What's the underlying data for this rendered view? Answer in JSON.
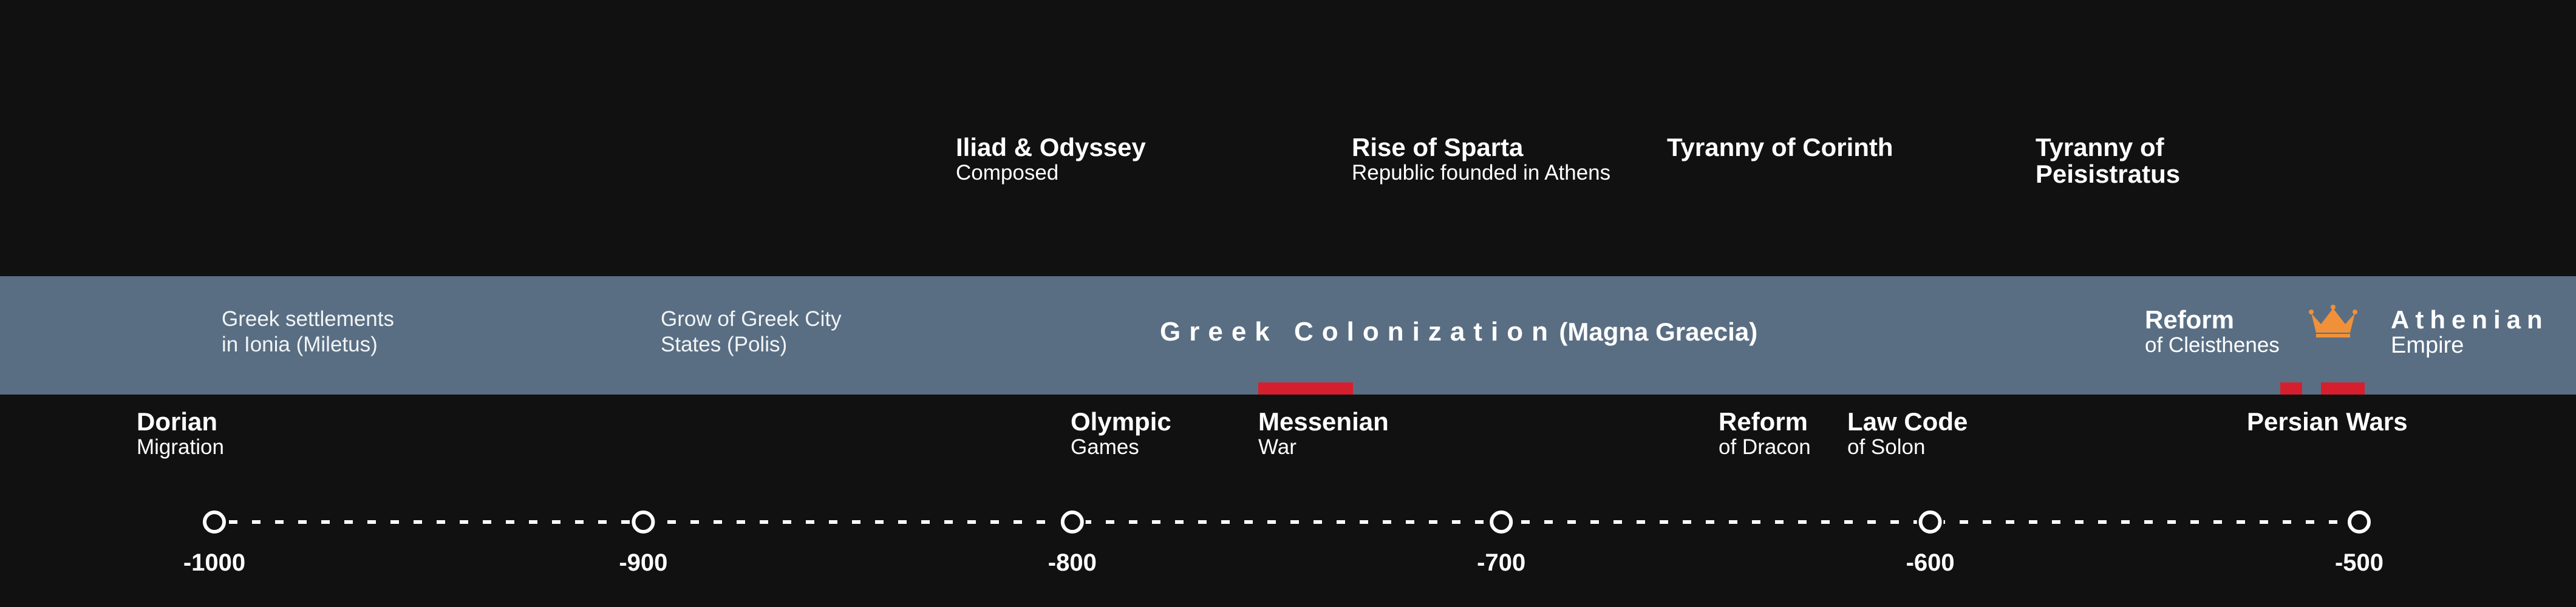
{
  "colonization": {
    "title_spaced": "Greek Colonization",
    "title_suffix": "(Magna Graecia)"
  },
  "top_events": [
    {
      "title": "Iliad & Odyssey",
      "sub": "Composed"
    },
    {
      "title": "Rise of Sparta",
      "sub": "Republic founded in Athens"
    },
    {
      "title": "Tyranny of Corinth"
    },
    {
      "title": "Tyranny of",
      "title2": "Peisistratus"
    }
  ],
  "band_events": [
    {
      "line1": "Greek settlements",
      "line2": "in Ionia (Miletus)"
    },
    {
      "line1": "Grow of Greek City",
      "line2": "States (Polis)"
    },
    {
      "title": "Reform",
      "sub": "of Cleisthenes"
    },
    {
      "title": "Athenian",
      "sub": "Empire"
    }
  ],
  "bottom_events": [
    {
      "title": "Dorian",
      "sub": "Migration"
    },
    {
      "title": "Olympic",
      "sub": "Games"
    },
    {
      "title": "Messenian",
      "sub": "War"
    },
    {
      "title": "Reform",
      "sub": "of Dracon"
    },
    {
      "title": "Law Code",
      "sub": "of Solon"
    },
    {
      "title": "Persian Wars"
    }
  ],
  "axis": {
    "ticks": [
      "-1000",
      "-900",
      "-800",
      "-700",
      "-600",
      "-500"
    ]
  },
  "colors": {
    "background": "#111111",
    "band": "#596e83",
    "war_red": "#d61f2e",
    "crown": "#f0913a"
  },
  "icons": {
    "crown": "crown-icon"
  }
}
